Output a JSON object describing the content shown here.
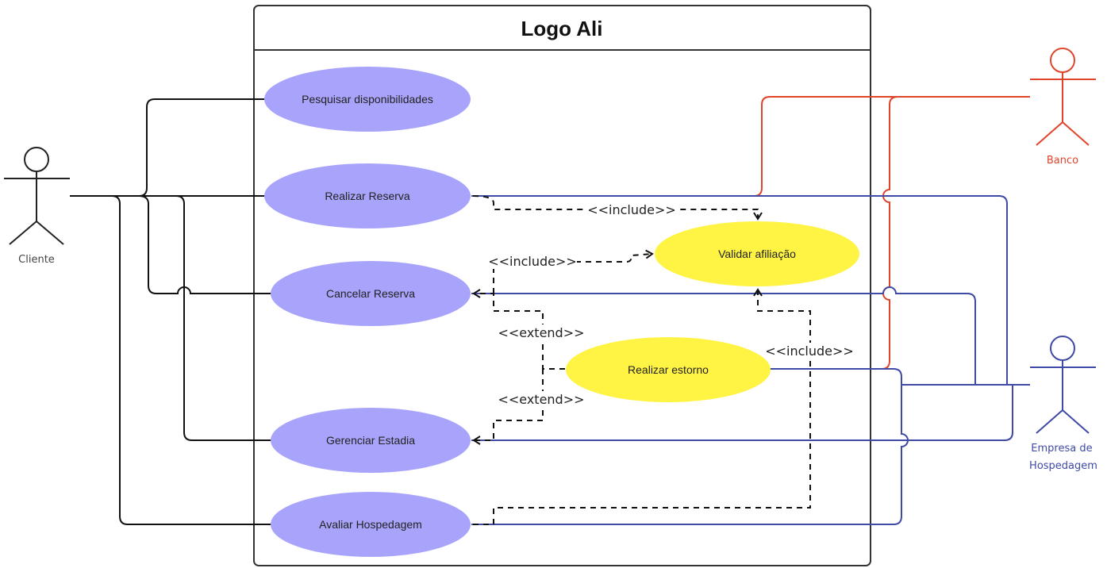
{
  "system": {
    "title": "Logo Ali"
  },
  "actors": {
    "cliente": {
      "label": "Cliente",
      "color": "#222222"
    },
    "banco": {
      "label": "Banco",
      "color": "#e0452c"
    },
    "empresa": {
      "label_line1": "Empresa de",
      "label_line2": "Hospedagem",
      "color": "#3f49a6"
    }
  },
  "use_cases": {
    "pesquisar": "Pesquisar disponibilidades",
    "realizar_reserva": "Realizar Reserva",
    "cancelar_reserva": "Cancelar Reserva",
    "gerenciar_estadia": "Gerenciar Estadia",
    "avaliar_hospedagem": "Avaliar Hospedagem",
    "validar_afiliacao": "Validar afiliação",
    "realizar_estorno": "Realizar estorno"
  },
  "relations": {
    "include_reserva_validar": "<<include>>",
    "include_cancelar_validar": "<<include>>",
    "extend_estorno_cancelar": "<<extend>>",
    "extend_estorno_gerenciar": "<<extend>>",
    "include_avaliar_validar": "<<include>>"
  },
  "colors": {
    "primary_use_case": "#a8a4fb",
    "secondary_use_case": "#fff343",
    "cliente_line": "#222222",
    "banco_line": "#e0452c",
    "empresa_line": "#3f49a6"
  }
}
